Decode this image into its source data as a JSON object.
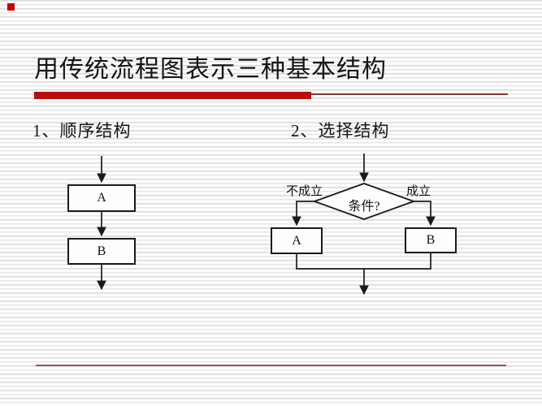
{
  "slide": {
    "title": "用传统流程图表示三种基本结构",
    "sections": [
      {
        "label": "1、顺序结构"
      },
      {
        "label": "2、选择结构"
      }
    ],
    "sequence_chart": {
      "box_a": "A",
      "box_b": "B"
    },
    "selection_chart": {
      "condition": "条件?",
      "branch_false": "不成立",
      "branch_true": "成立",
      "box_a": "A",
      "box_b": "B"
    },
    "colors": {
      "accent_bar": "#b90e0e",
      "accent_thin_line": "#8a3434",
      "footer_line": "#8f585b",
      "bullet": "#c40000",
      "flow_stroke": "#1a1a1a"
    }
  }
}
